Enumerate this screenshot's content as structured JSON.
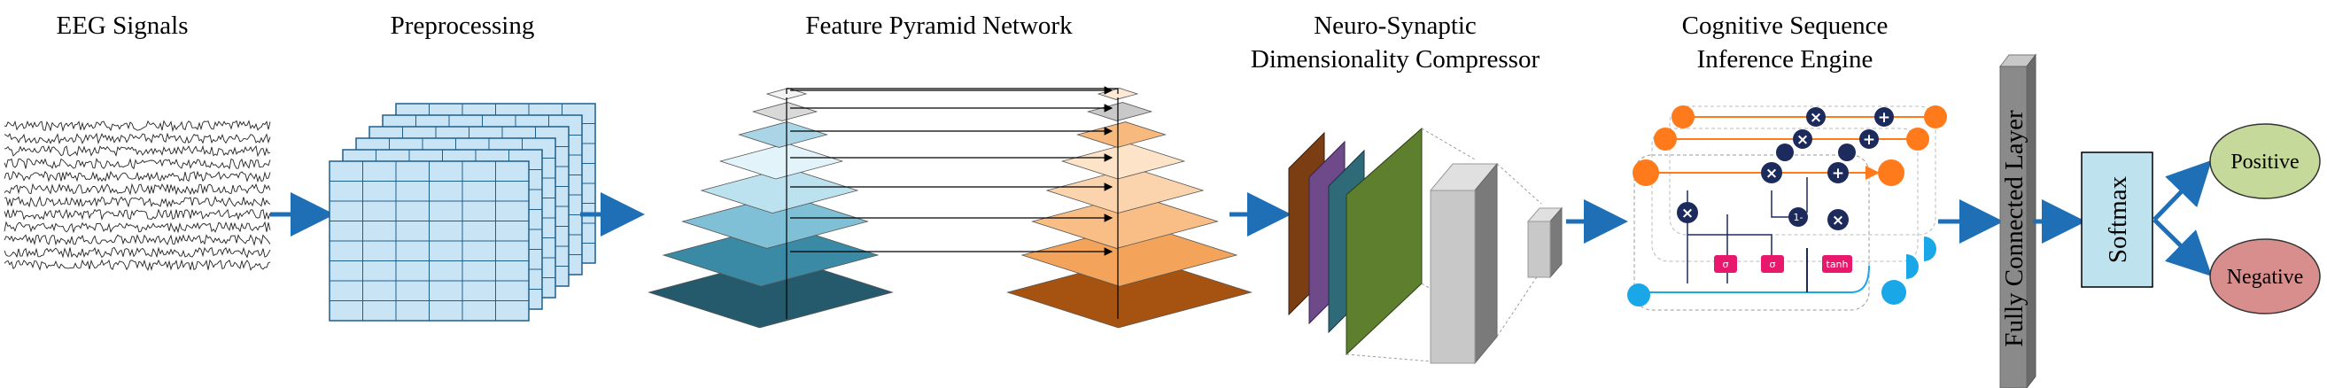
{
  "stages": {
    "eeg": "EEG Signals",
    "preprocessing": "Preprocessing",
    "fpn": "Feature Pyramid Network",
    "compressor_line1": "Neuro-Synaptic",
    "compressor_line2": "Dimensionality Compressor",
    "engine_line1": "Cognitive Sequence",
    "engine_line2": "Inference Engine",
    "fc": "Fully Connected Layer",
    "softmax": "Softmax"
  },
  "outputs": {
    "positive": "Positive",
    "negative": "Negative"
  },
  "gates": {
    "sigma": "σ",
    "tanh": "tanh",
    "one_minus": "1-",
    "multiply": "×",
    "add": "+"
  },
  "colors": {
    "arrow": "#1f6fb7",
    "grid_fill": "#c9e4f5",
    "grid_line": "#1f5f8b",
    "fpn_blue_dark": "#245a6c",
    "fpn_blue_mid": "#3a8aa5",
    "fpn_blue_light": "#bde2ef",
    "fpn_orange_dark": "#a65311",
    "fpn_orange_mid": "#f4a35a",
    "fpn_orange_light": "#fde3c8",
    "cnn_brown": "#7a3e12",
    "cnn_purple": "#6e4a8a",
    "cnn_teal": "#2f6a78",
    "cnn_green": "#5d7f2e",
    "lstm_orange": "#ff7a1a",
    "lstm_navy": "#1d2b5c",
    "lstm_cyan": "#1aa7e8",
    "lstm_pink": "#e8196c",
    "fc_gray": "#8a8a8a",
    "softmax_fill": "#bfe3ee",
    "positive_fill": "#c4d99a",
    "negative_fill": "#d98e8e"
  }
}
